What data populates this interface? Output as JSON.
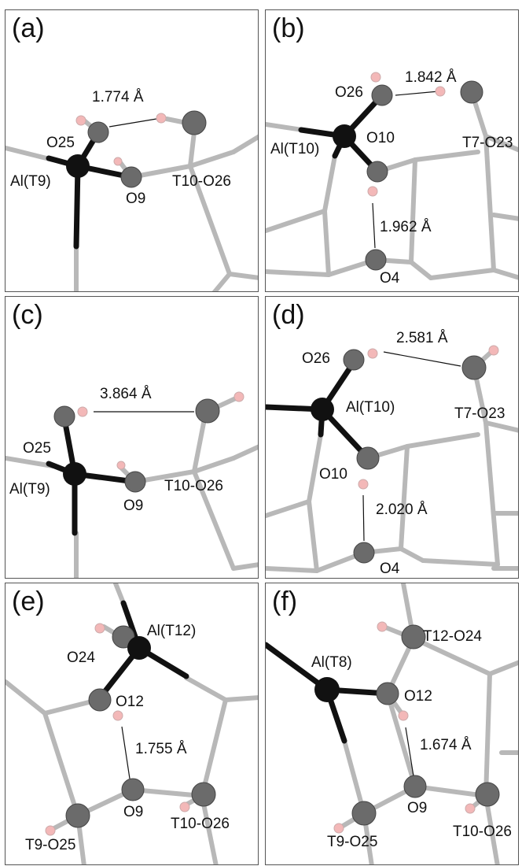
{
  "panels": [
    {
      "letter": "(a)",
      "labels": {
        "al": "Al(T9)",
        "o25": "O25",
        "o9": "O9",
        "t": "T10-O26",
        "d1": "1.774 Å"
      }
    },
    {
      "letter": "(b)",
      "labels": {
        "o26": "O26",
        "d1": "1.842 Å",
        "al": "Al(T10)",
        "o10": "O10",
        "t": "T7-O23",
        "d2": "1.962 Å",
        "o4": "O4"
      }
    },
    {
      "letter": "(c)",
      "labels": {
        "d1": "3.864 Å",
        "o25": "O25",
        "al": "Al(T9)",
        "o9": "O9",
        "t": "T10-O26"
      }
    },
    {
      "letter": "(d)",
      "labels": {
        "o26": "O26",
        "d1": "2.581 Å",
        "al": "Al(T10)",
        "t": "T7-O23",
        "o10": "O10",
        "d2": "2.020 Å",
        "o4": "O4"
      }
    },
    {
      "letter": "(e)",
      "labels": {
        "al": "Al(T12)",
        "o24": "O24",
        "o12": "O12",
        "d1": "1.755 Å",
        "o9": "O9",
        "t1": "T9-O25",
        "t2": "T10-O26"
      }
    },
    {
      "letter": "(f)",
      "labels": {
        "t": "T12-O24",
        "al": "Al(T8)",
        "o12": "O12",
        "d1": "1.674 Å",
        "o9": "O9",
        "t1": "T9-O25",
        "t2": "T10-O26"
      }
    }
  ]
}
